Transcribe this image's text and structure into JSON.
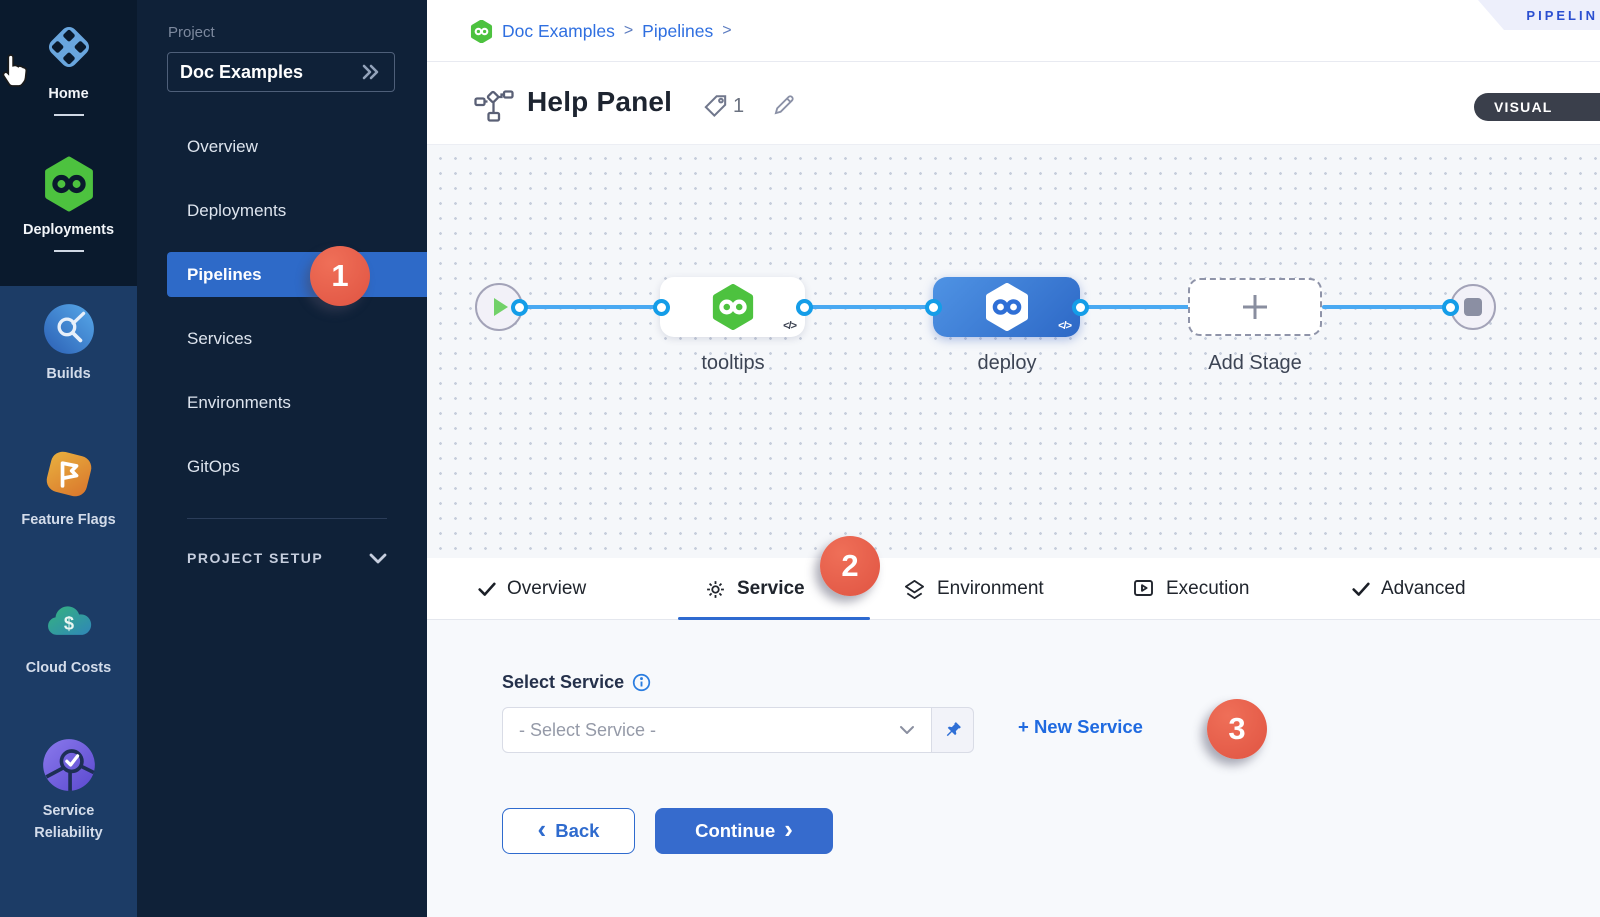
{
  "colors": {
    "accent_blue": "#2f6fd6",
    "selected_nav_blue": "#2e6ac8",
    "badge_red": "#e85e49",
    "harness_green": "#4dc23f",
    "connector_blue": "#49a9f2",
    "sidebar_navy": "#0f2138",
    "rail_lower_blue": "#1c3c66"
  },
  "rail": {
    "items": [
      {
        "label": "Home",
        "icon": "home-icon"
      },
      {
        "label": "Deployments",
        "icon": "deployments-icon"
      },
      {
        "label": "Builds",
        "icon": "builds-icon"
      },
      {
        "label": "Feature Flags",
        "icon": "feature-flags-icon"
      },
      {
        "label": "Cloud Costs",
        "icon": "cloud-costs-icon"
      },
      {
        "label": "Service Reliability",
        "icon": "service-reliability-icon"
      }
    ]
  },
  "sidebar": {
    "section_label": "Project",
    "project_name": "Doc Examples",
    "items": [
      {
        "label": "Overview"
      },
      {
        "label": "Deployments"
      },
      {
        "label": "Pipelines",
        "selected": true,
        "badge": "1"
      },
      {
        "label": "Services"
      },
      {
        "label": "Environments"
      },
      {
        "label": "GitOps"
      }
    ],
    "setup_label": "PROJECT SETUP"
  },
  "topbar": {
    "breadcrumb": [
      {
        "label": "Doc Examples"
      },
      {
        "label": "Pipelines"
      }
    ],
    "separator": ">",
    "ribbon_label": "PIPELIN"
  },
  "header": {
    "title": "Help Panel",
    "tag_count": "1",
    "mode_toggle": "VISUAL"
  },
  "canvas": {
    "stages": [
      {
        "name": "tooltips",
        "code_badge": "</>"
      },
      {
        "name": "deploy",
        "code_badge": "</>",
        "selected": true
      }
    ],
    "add_stage_label": "Add Stage"
  },
  "tabs": [
    {
      "label": "Overview"
    },
    {
      "label": "Service",
      "selected": true,
      "badge": "2"
    },
    {
      "label": "Environment"
    },
    {
      "label": "Execution"
    },
    {
      "label": "Advanced"
    }
  ],
  "service_form": {
    "label": "Select Service",
    "dropdown_value": "- Select Service -",
    "new_service": "+ New Service",
    "badge": "3",
    "back": "Back",
    "continue": "Continue",
    "back_chevron": "‹",
    "continue_chevron": "›"
  }
}
